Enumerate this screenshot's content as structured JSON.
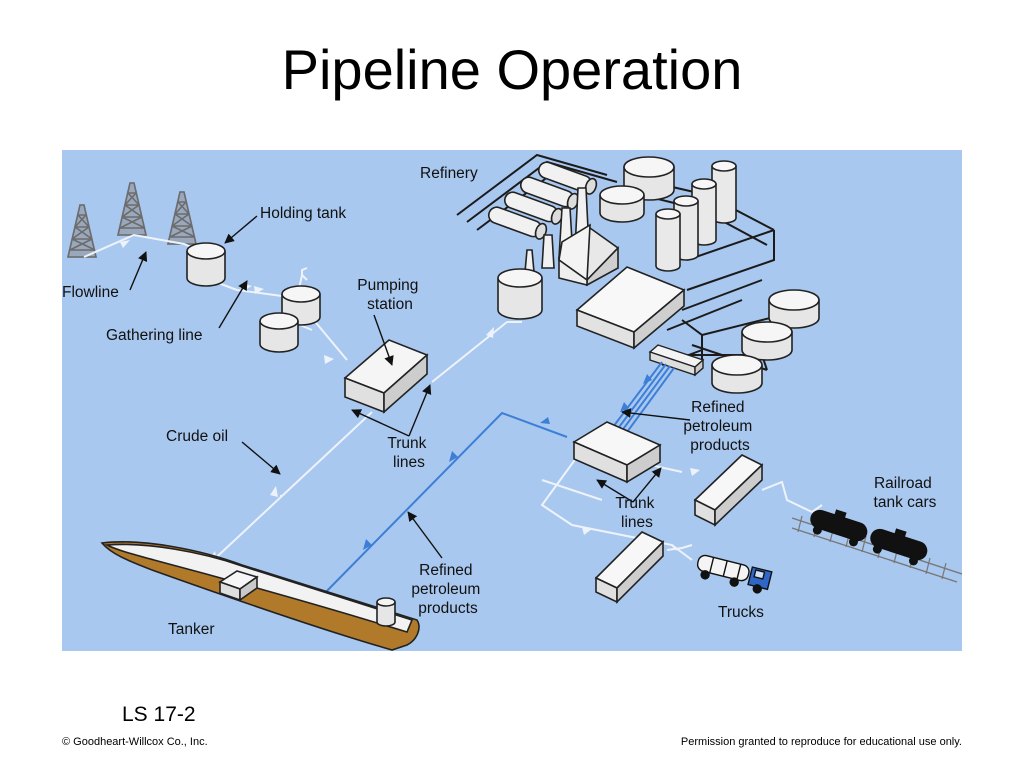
{
  "slide": {
    "title": "Pipeline Operation",
    "number": "LS 17-2",
    "copyright": "© Goodheart-Willcox Co., Inc.",
    "permission": "Permission granted to reproduce for educational use only."
  },
  "diagram": {
    "labels": {
      "refinery": "Refinery",
      "holding_tank": "Holding tank",
      "flowline": "Flowline",
      "gathering_line": "Gathering line",
      "pumping_station": [
        "Pumping",
        "station"
      ],
      "crude_oil": "Crude oil",
      "trunk_lines_upper": [
        "Trunk",
        "lines"
      ],
      "refined_products_right": [
        "Refined",
        "petroleum",
        "products"
      ],
      "trunk_lines_lower": [
        "Trunk",
        "lines"
      ],
      "railroad_tank_cars": [
        "Railroad",
        "tank cars"
      ],
      "refined_products_bottom": [
        "Refined",
        "petroleum",
        "products"
      ],
      "trucks": "Trucks",
      "tanker": "Tanker"
    },
    "colors": {
      "background": "#a9c8ef",
      "crude_line": "#eef3fb",
      "refined_line": "#3d7fd6",
      "tanker_hull": "#b07a2a",
      "outline": "#222222"
    }
  }
}
